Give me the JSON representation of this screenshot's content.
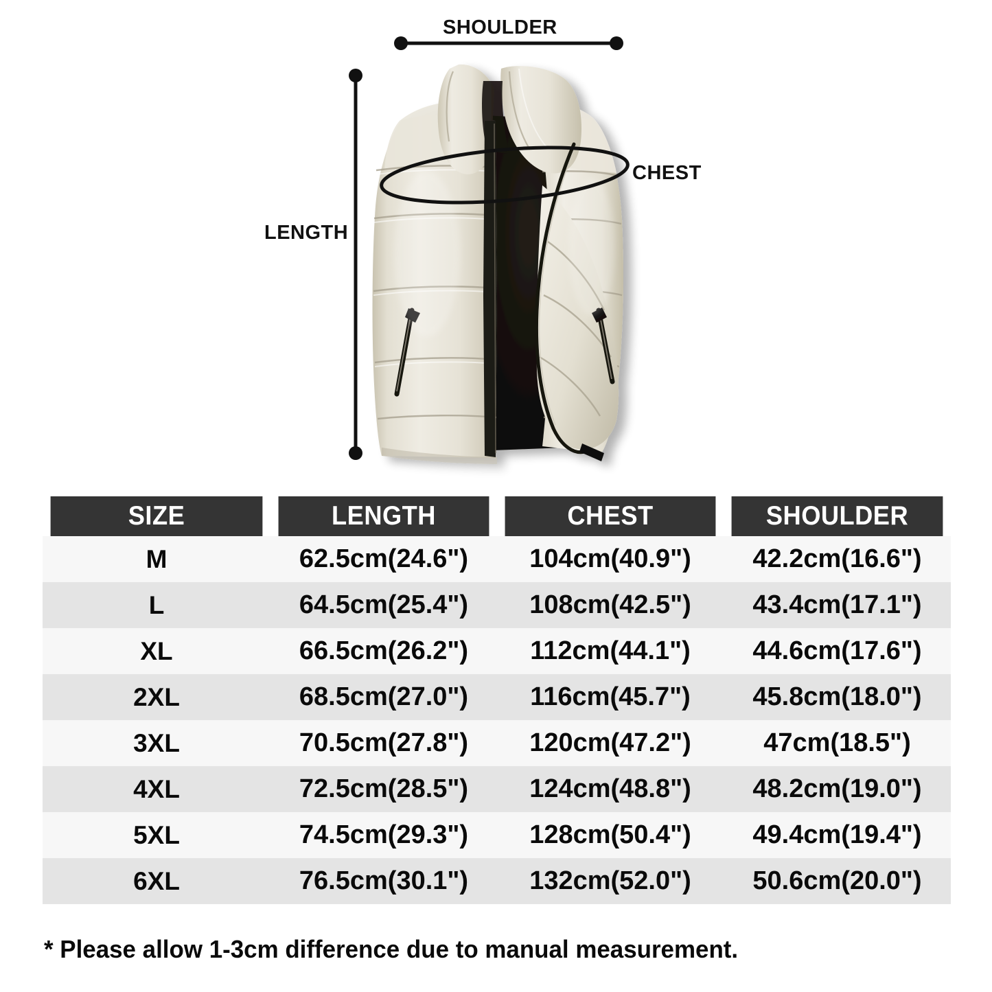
{
  "diagram": {
    "labels": {
      "shoulder": "SHOULDER",
      "chest": "CHEST",
      "length": "LENGTH"
    },
    "product": {
      "name": "puffer-vest",
      "shell_color": "#ded9c8",
      "shell_highlight": "#f2efe6",
      "shell_shadow": "#b9b3a1",
      "lining_color": "#15120e",
      "zipper_color": "#1a1a1a"
    },
    "guide_color": "#111111"
  },
  "table": {
    "header_bg": "#343434",
    "header_text_color": "#ffffff",
    "row_odd_bg": "#f7f7f7",
    "row_even_bg": "#e4e4e4",
    "columns": [
      "SIZE",
      "LENGTH",
      "CHEST",
      "SHOULDER"
    ],
    "rows": [
      {
        "size": "M",
        "length": "62.5cm(24.6\")",
        "chest": "104cm(40.9\")",
        "shoulder": "42.2cm(16.6\")"
      },
      {
        "size": "L",
        "length": "64.5cm(25.4\")",
        "chest": "108cm(42.5\")",
        "shoulder": "43.4cm(17.1\")"
      },
      {
        "size": "XL",
        "length": "66.5cm(26.2\")",
        "chest": "112cm(44.1\")",
        "shoulder": "44.6cm(17.6\")"
      },
      {
        "size": "2XL",
        "length": "68.5cm(27.0\")",
        "chest": "116cm(45.7\")",
        "shoulder": "45.8cm(18.0\")"
      },
      {
        "size": "3XL",
        "length": "70.5cm(27.8\")",
        "chest": "120cm(47.2\")",
        "shoulder": "47cm(18.5\")"
      },
      {
        "size": "4XL",
        "length": "72.5cm(28.5\")",
        "chest": "124cm(48.8\")",
        "shoulder": "48.2cm(19.0\")"
      },
      {
        "size": "5XL",
        "length": "74.5cm(29.3\")",
        "chest": "128cm(50.4\")",
        "shoulder": "49.4cm(19.4\")"
      },
      {
        "size": "6XL",
        "length": "76.5cm(30.1\")",
        "chest": "132cm(52.0\")",
        "shoulder": "50.6cm(20.0\")"
      }
    ]
  },
  "footnote": "* Please allow 1-3cm difference due to manual measurement."
}
